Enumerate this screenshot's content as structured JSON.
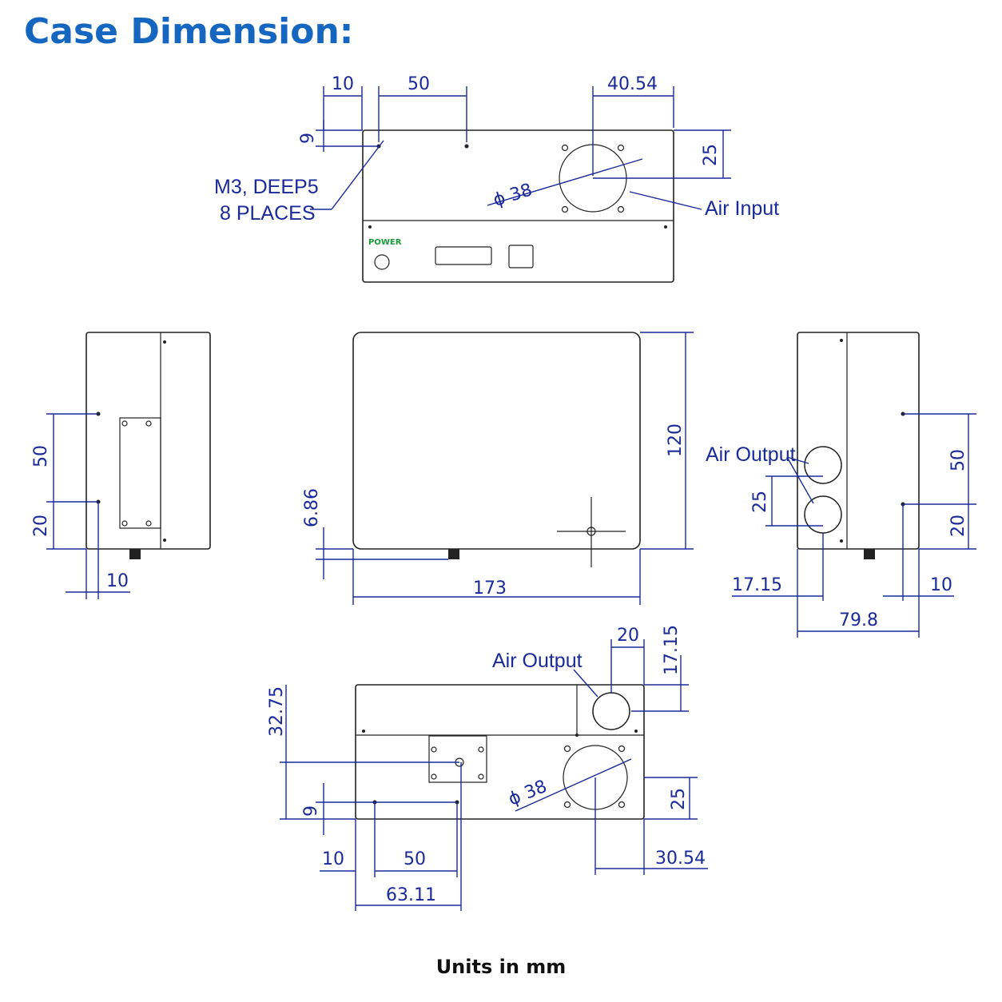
{
  "title": "Case Dimension:",
  "units_note": "Units in mm",
  "panel_label": "POWER",
  "labels": {
    "mount_holes_line1": "M3, DEEP5",
    "mount_holes_line2": "8 PLACES",
    "air_input": "Air Input",
    "air_output": "Air Output"
  },
  "dimensions": {
    "top": {
      "d10": "10",
      "d50": "50",
      "d40_54": "40.54",
      "d9": "9",
      "d25": "25",
      "dia38": "ϕ 38"
    },
    "left": {
      "d50": "50",
      "d20": "20",
      "d10": "10"
    },
    "center": {
      "d6_86": "6.86",
      "d120": "120",
      "d173": "173"
    },
    "right": {
      "d25": "25",
      "d50": "50",
      "d20": "20",
      "d17_15": "17.15",
      "d10": "10",
      "d79_8": "79.8"
    },
    "bottom": {
      "d20": "20",
      "d17_15": "17.15",
      "d32_75": "32.75",
      "d9": "9",
      "d25": "25",
      "dia38": "ϕ 38",
      "d10": "10",
      "d50": "50",
      "d30_54": "30.54",
      "d63_11": "63.11"
    }
  },
  "colors": {
    "title": "#1566c0",
    "dimension": "#1a2a9a",
    "power_label": "#1a9a3a",
    "outline": "#222222"
  }
}
